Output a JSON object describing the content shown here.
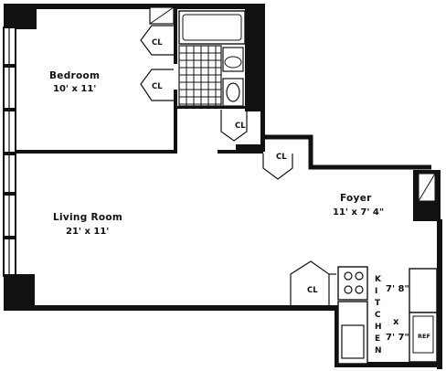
{
  "rooms": {
    "bedroom": {
      "name": "Bedroom",
      "dims": "10' x 11'"
    },
    "living_room": {
      "name": "Living Room",
      "dims": "21' x 11'"
    },
    "foyer": {
      "name": "Foyer",
      "dims": "11' x 7' 4\""
    },
    "kitchen": {
      "name_letters": [
        "K",
        "I",
        "T",
        "C",
        "H",
        "E",
        "N"
      ],
      "dim_width": "7' 8\"",
      "dim_sep": "x",
      "dim_height": "7' 7\""
    }
  },
  "closet_label": "CL",
  "fridge_label": "REF",
  "colors": {
    "wall": "#111111",
    "background": "#ffffff",
    "tile_grid": "#111111"
  }
}
